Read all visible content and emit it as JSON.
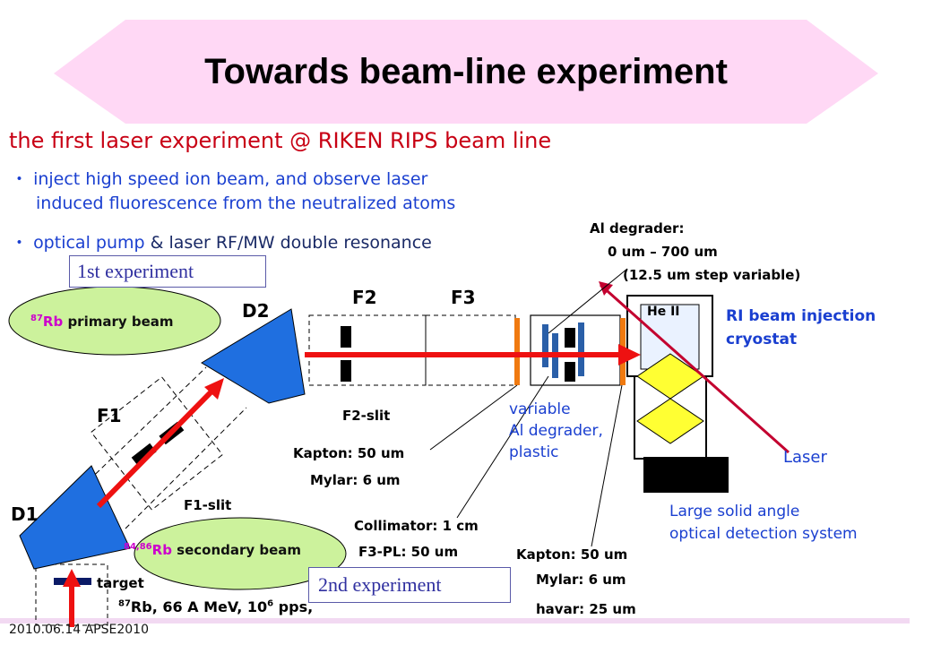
{
  "title": "Towards beam-line experiment",
  "subtitle": "the first laser experiment @ RIKEN RIPS beam line",
  "bullets": [
    {
      "marker": "・",
      "line1": "inject high speed ion beam, and observe laser",
      "line2": "induced fluorescence from the neutralized atoms"
    },
    {
      "marker": "・",
      "part_a": "optical pump",
      "part_b": " & laser RF/MW double resonance"
    }
  ],
  "boxes": {
    "first": "1st experiment",
    "second": "2nd experiment"
  },
  "primary_beam": {
    "mass": "87",
    "elem": "Rb",
    "rest": " primary beam"
  },
  "secondary_beam": {
    "mass": "84,86",
    "elem": "Rb",
    "rest": " secondary beam"
  },
  "labels": {
    "D1": "D1",
    "D2": "D2",
    "F1": "F1",
    "F2": "F2",
    "F3": "F3",
    "f1_slit": "F1-slit",
    "f2_slit": "F2-slit",
    "target": "target",
    "he": "He II",
    "laser": "Laser"
  },
  "beam_condition": {
    "mass": "87",
    "elem_energy": "Rb, 66 A MeV, 10",
    "exp": "6",
    "pps": " pps,"
  },
  "footer": "2010.06.14 APSE2010",
  "degrader_top": {
    "line1": "Al degrader:",
    "line2": "0 um – 700 um",
    "line3": "(12.5 um step variable)"
  },
  "cryostat": {
    "line1": "RI beam injection",
    "line2": "cryostat"
  },
  "variable_degrader": {
    "line1": "variable",
    "line2": "Al degrader,",
    "line3": "plastic"
  },
  "kapton1": "Kapton: 50 um",
  "mylar1": "Mylar: 6 um",
  "collimator": "Collimator: 1 cm",
  "f3pl": "F3-PL: 50 um",
  "kapton2": "Kapton: 50 um",
  "mylar2": "Mylar: 6 um",
  "havar": "havar: 25 um",
  "detection": {
    "line1": "Large solid angle",
    "line2": "optical detection system"
  },
  "colors": {
    "blue_magnet": "#1f6fe0",
    "beam_red": "#ee1111",
    "title_bg": "#ffd8f5",
    "ellipse_green": "#ccf29c",
    "laser": "#c3002f",
    "blue_text": "#1a3fd0",
    "subtitle_red": "#c80014"
  }
}
